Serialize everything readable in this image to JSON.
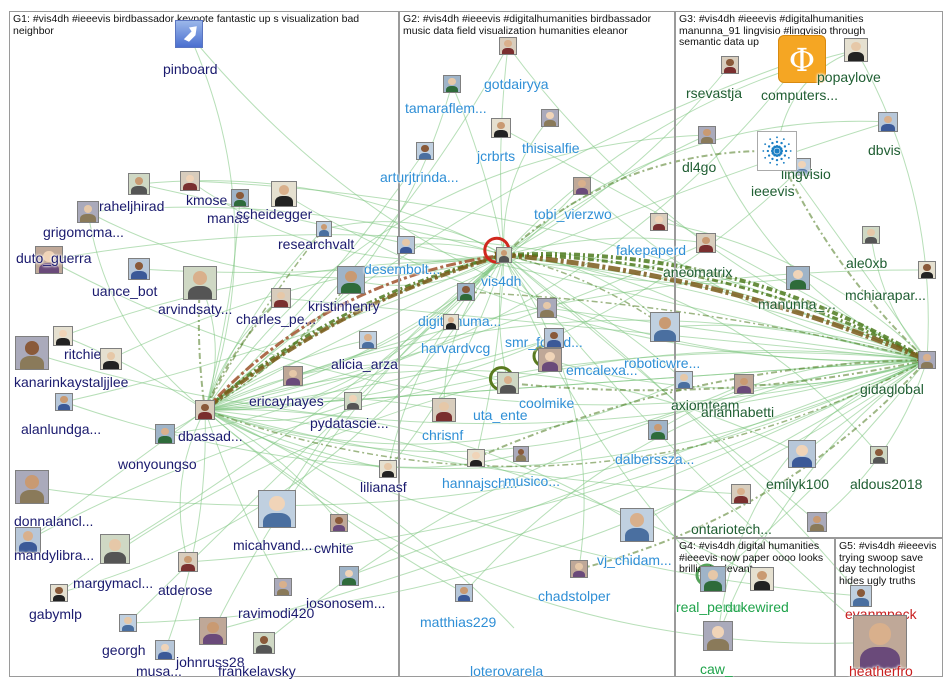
{
  "colors": {
    "g1_label": "#1a1a6e",
    "g2_label": "#2f8fd6",
    "g3_label": "#1f5e32",
    "g4_label": "#1ea34a",
    "g5_label": "#c81e1e",
    "edge_light": "#7cc47e",
    "edge_dark": "#4d7a1f",
    "edge_brown": "#7a5a1a",
    "panel_border": "#9a9a9a"
  },
  "groups": [
    {
      "id": "G1",
      "title": "G1: #vis4dh #ieeevis birdbassador keynote fantastic up s visualization bad neighbor"
    },
    {
      "id": "G2",
      "title": "G2: #vis4dh #ieeevis #digitalhumanities birdbassador music data field visualization humanities eleanor"
    },
    {
      "id": "G3",
      "title": "G3: #vis4dh #ieeevis #digitalhumanities manunna_91 lingvisio #lingvisio through semantic data up"
    },
    {
      "id": "G4",
      "title": "G4: #vis4dh digital humanities #ieeevis now paper oooo looks brilliant relevant"
    },
    {
      "id": "G5",
      "title": "G5: #vis4dh #ieeevis trying swoop save day technologist hides ugly truths"
    }
  ],
  "nodes": [
    {
      "label": "pinboard",
      "group": 1,
      "icon": "pinboard-logo-icon"
    },
    {
      "label": "raheljhirad",
      "group": 1,
      "icon": "avatar-icon"
    },
    {
      "label": "kmose",
      "group": 1,
      "icon": "avatar-icon"
    },
    {
      "label": "manas",
      "group": 1,
      "icon": "avatar-icon"
    },
    {
      "label": "scheidegger",
      "group": 1,
      "icon": "avatar-icon"
    },
    {
      "label": "grigomcma...",
      "group": 1,
      "icon": "avatar-icon"
    },
    {
      "label": "researchvalt",
      "group": 1,
      "icon": "avatar-icon"
    },
    {
      "label": "duto_guerra",
      "group": 1,
      "icon": "avatar-icon"
    },
    {
      "label": "uance_bot",
      "group": 1,
      "icon": "avatar-icon"
    },
    {
      "label": "arvindsaty...",
      "group": 1,
      "icon": "avatar-icon"
    },
    {
      "label": "charles_pe...",
      "group": 1,
      "icon": "avatar-icon"
    },
    {
      "label": "kristinhenry",
      "group": 1,
      "icon": "avatar-icon"
    },
    {
      "label": "ritchie",
      "group": 1,
      "icon": "avatar-icon"
    },
    {
      "label": "kanarinkaystaljjlee",
      "group": 1,
      "icon": "avatar-icon"
    },
    {
      "label": "alicia_arza",
      "group": 1,
      "icon": "avatar-icon"
    },
    {
      "label": "ericayhayes",
      "group": 1,
      "icon": "avatar-icon"
    },
    {
      "label": "alanlundga...",
      "group": 1,
      "icon": "avatar-icon"
    },
    {
      "label": "pydatascie...",
      "group": 1,
      "icon": "avatar-icon"
    },
    {
      "label": "dbassad...",
      "group": 1,
      "icon": "avatar-icon"
    },
    {
      "label": "wonyoungso",
      "group": 1,
      "icon": "avatar-icon"
    },
    {
      "label": "lilianasf",
      "group": 1,
      "icon": "avatar-icon"
    },
    {
      "label": "donnalancl...",
      "group": 1,
      "icon": "avatar-icon"
    },
    {
      "label": "micahvand...",
      "group": 1,
      "icon": "avatar-icon"
    },
    {
      "label": "cwhite",
      "group": 1,
      "icon": "avatar-icon"
    },
    {
      "label": "mandylibra...",
      "group": 1,
      "icon": "avatar-icon"
    },
    {
      "label": "margymacl...",
      "group": 1,
      "icon": "avatar-icon"
    },
    {
      "label": "atderose",
      "group": 1,
      "icon": "avatar-icon"
    },
    {
      "label": "iosonosem...",
      "group": 1,
      "icon": "avatar-icon"
    },
    {
      "label": "gabymlp",
      "group": 1,
      "icon": "avatar-icon"
    },
    {
      "label": "ravimodi420",
      "group": 1,
      "icon": "avatar-icon"
    },
    {
      "label": "georgh",
      "group": 1,
      "icon": "avatar-icon"
    },
    {
      "label": "johnruss28",
      "group": 1,
      "icon": "avatar-icon"
    },
    {
      "label": "musa...",
      "group": 1,
      "icon": "avatar-icon"
    },
    {
      "label": "frankelavsky",
      "group": 1,
      "icon": "avatar-icon"
    },
    {
      "label": "gotdairyya",
      "group": 2,
      "icon": "avatar-icon"
    },
    {
      "label": "tamaraflem...",
      "group": 2,
      "icon": "avatar-icon"
    },
    {
      "label": "jcrbrts",
      "group": 2,
      "icon": "avatar-icon"
    },
    {
      "label": "thisisalfie",
      "group": 2,
      "icon": "avatar-icon"
    },
    {
      "label": "arturjtrinda...",
      "group": 2,
      "icon": "avatar-icon"
    },
    {
      "label": "tobi_vierzwo",
      "group": 2,
      "icon": "avatar-icon"
    },
    {
      "label": "desembolt...",
      "group": 2,
      "icon": "avatar-icon"
    },
    {
      "label": "vis4dh",
      "group": 2,
      "icon": "avatar-icon"
    },
    {
      "label": "fakepaperd",
      "group": 2,
      "icon": "avatar-icon"
    },
    {
      "label": "digitalhuma...",
      "group": 2,
      "icon": "avatar-icon"
    },
    {
      "label": "harvardvcg",
      "group": 2,
      "icon": "avatar-icon"
    },
    {
      "label": "smr_found...",
      "group": 2,
      "icon": "avatar-icon"
    },
    {
      "label": "roboticwre...",
      "group": 2,
      "icon": "avatar-icon"
    },
    {
      "label": "coolmike",
      "group": 2,
      "icon": "avatar-icon"
    },
    {
      "label": "emcalexa...",
      "group": 2,
      "icon": "avatar-icon"
    },
    {
      "label": "uta_ente",
      "group": 2,
      "icon": "avatar-icon"
    },
    {
      "label": "chrisnf",
      "group": 2,
      "icon": "avatar-icon"
    },
    {
      "label": "dalberssza...",
      "group": 2,
      "icon": "avatar-icon"
    },
    {
      "label": "hannajsch...",
      "group": 2,
      "icon": "avatar-icon"
    },
    {
      "label": "musico...",
      "group": 2,
      "icon": "avatar-icon"
    },
    {
      "label": "vj_chidam...",
      "group": 2,
      "icon": "avatar-icon"
    },
    {
      "label": "chadstolper",
      "group": 2,
      "icon": "avatar-icon"
    },
    {
      "label": "matthias229",
      "group": 2,
      "icon": "avatar-icon"
    },
    {
      "label": "loterovarela",
      "group": 2,
      "icon": "avatar-icon"
    },
    {
      "label": "rsevastja",
      "group": 3,
      "icon": "avatar-icon"
    },
    {
      "label": "computers...",
      "group": 3,
      "icon": "phi-logo-icon"
    },
    {
      "label": "popaylove",
      "group": 3,
      "icon": "avatar-icon"
    },
    {
      "label": "dl4go",
      "group": 3,
      "icon": "avatar-icon"
    },
    {
      "label": "lingvisio",
      "group": 3,
      "icon": "avatar-icon"
    },
    {
      "label": "ieeevis",
      "group": 3,
      "icon": "ieeevis-logo-icon"
    },
    {
      "label": "dbvis",
      "group": 3,
      "icon": "avatar-icon"
    },
    {
      "label": "ale0xb",
      "group": 3,
      "icon": "avatar-icon"
    },
    {
      "label": "aneomatrix",
      "group": 3,
      "icon": "avatar-icon"
    },
    {
      "label": "manunna_...",
      "group": 3,
      "icon": "avatar-icon"
    },
    {
      "label": "mchiarapar...",
      "group": 3,
      "icon": "avatar-icon"
    },
    {
      "label": "gidaglobal",
      "group": 3,
      "icon": "avatar-icon"
    },
    {
      "label": "axiomteam",
      "group": 3,
      "icon": "avatar-icon"
    },
    {
      "label": "ariannabetti",
      "group": 3,
      "icon": "avatar-icon"
    },
    {
      "label": "emilyk100",
      "group": 3,
      "icon": "avatar-icon"
    },
    {
      "label": "aldous2018",
      "group": 3,
      "icon": "avatar-icon"
    },
    {
      "label": "ontariotech...",
      "group": 3,
      "icon": "avatar-icon"
    },
    {
      "label": "real_perso",
      "group": 4,
      "icon": "avatar-icon"
    },
    {
      "label": "dukewired",
      "group": 4,
      "icon": "avatar-icon"
    },
    {
      "label": "caw_",
      "group": 4,
      "icon": "avatar-icon"
    },
    {
      "label": "evanmpeck",
      "group": 5,
      "icon": "avatar-icon"
    },
    {
      "label": "heatherfro",
      "group": 5,
      "icon": "avatar-icon"
    }
  ]
}
